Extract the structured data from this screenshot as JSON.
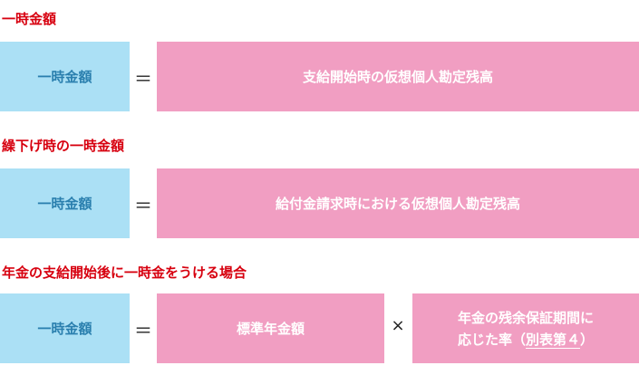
{
  "sections": [
    {
      "heading": "一時金額",
      "left": "一時金額",
      "op": "＝",
      "right": "支給開始時の仮想個人勘定残高"
    },
    {
      "heading": "繰下げ時の一時金額",
      "left": "一時金額",
      "op": "＝",
      "right": "給付金請求時における仮想個人勘定残高"
    },
    {
      "heading": "年金の支給開始後に一時金をうける場合",
      "left": "一時金額",
      "op": "＝",
      "mid": "標準年金額",
      "op2": "×",
      "right_line1": "年金の残余保証期間に",
      "right_line2a": "応じた率（",
      "right_link": "別表第４",
      "right_line2b": "）"
    }
  ]
}
